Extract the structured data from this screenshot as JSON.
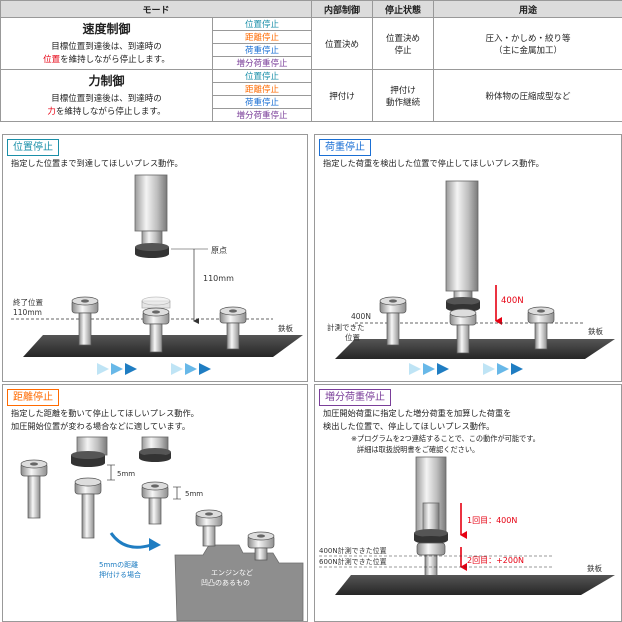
{
  "table": {
    "headers": {
      "mode": "モード",
      "internal": "内部制御",
      "stop_state": "停止状態",
      "usage": "用途"
    },
    "speed": {
      "title": "速度制御",
      "desc_1": "目標位置到達後は、到達時の",
      "desc_hl": "位置",
      "desc_2": "を維持しながら停止します。",
      "subs": [
        "位置停止",
        "距離停止",
        "荷重停止",
        "増分荷重停止"
      ],
      "internal": "位置決め",
      "stop_1": "位置決め",
      "stop_2": "停止",
      "usage_1": "圧入・かしめ・絞り等",
      "usage_2": "（主に金属加工）"
    },
    "force": {
      "title": "力制御",
      "desc_1": "目標位置到達後は、到達時の",
      "desc_hl": "力",
      "desc_2": "を維持しながら停止します。",
      "subs": [
        "位置停止",
        "距離停止",
        "荷重停止",
        "増分荷重停止"
      ],
      "internal": "押付け",
      "stop_1": "押付け",
      "stop_2": "動作継続",
      "usage": "粉体物の圧縮成型など"
    }
  },
  "panels": {
    "position": {
      "title": "位置停止",
      "desc": "指定した位置まで到達してほしいプレス動作。",
      "origin": "原点",
      "distance": "110mm",
      "end_label": "終了位置",
      "end_value": "110mm",
      "plate": "鉄板"
    },
    "load": {
      "title": "荷重停止",
      "desc": "指定した荷重を検出した位置で停止してほしいプレス動作。",
      "force": "400N",
      "detect_1": "400N",
      "detect_2": "計測できた",
      "detect_3": "位置",
      "plate": "鉄板"
    },
    "distance": {
      "title": "距離停止",
      "desc_1": "指定した距離を動いて停止してほしいプレス動作。",
      "desc_2": "加圧開始位置が変わる場合などに適しています。",
      "gap_1": "5mm",
      "gap_2": "5mm",
      "push_1": "5mmの距離",
      "push_2": "押付ける場合",
      "engine_1": "エンジンなど",
      "engine_2": "凹凸のあるもの"
    },
    "incremental": {
      "title": "増分荷重停止",
      "desc_1": "加圧開始荷重に指定した増分荷重を加算した荷重を",
      "desc_2": "検出した位置で、停止してほしいプレス動作。",
      "note_1": "※プログラムを2つ連結することで、この動作が可能です。",
      "note_2": "詳細は取扱説明書をご確認ください。",
      "first": "1回目：400N",
      "second": "2回目：+200N",
      "pos_400": "400N計測できた位置",
      "pos_600": "600N計測できた位置",
      "plate": "鉄板"
    }
  },
  "colors": {
    "position": "#1a8fa8",
    "distance": "#ff6a00",
    "load": "#1a6fd4",
    "incremental": "#7a3e99",
    "arrow": "#e60012"
  }
}
